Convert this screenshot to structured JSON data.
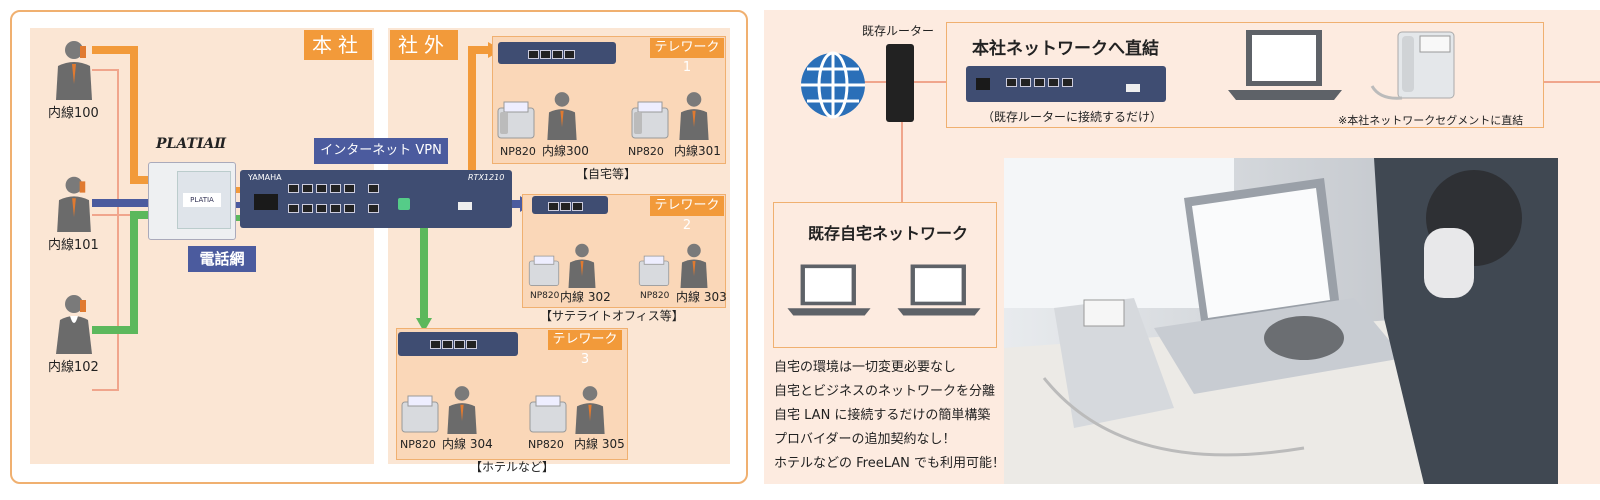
{
  "left": {
    "honsha_label": "本社",
    "shagai_label": "社外",
    "extensions": [
      "内線100",
      "内線101",
      "内線102"
    ],
    "pbx_name": "PLATIAⅡ",
    "phone_network": "電話網",
    "vpn_label": "インターネット VPN",
    "router_brand": "YAMAHA",
    "router_model": "RTX1210",
    "telework": [
      {
        "label": "テレワーク 1",
        "phone1": "NP820",
        "ext1": "内線300",
        "phone2": "NP820",
        "ext2": "内線301",
        "place": "【自宅等】"
      },
      {
        "label": "テレワーク 2",
        "phone1": "NP820",
        "ext1": "内線 302",
        "phone2": "NP820",
        "ext2": "内線 303",
        "place": "【サテライトオフィス等】"
      },
      {
        "label": "テレワーク 3",
        "phone1": "NP820",
        "ext1": "内線 304",
        "phone2": "NP820",
        "ext2": "内線 305",
        "place": "【ホテルなど】"
      }
    ]
  },
  "right": {
    "existing_router": "既存ルーター",
    "direct_title": "本社ネットワークへ直結",
    "connect_note": "（既存ルーターに接続するだけ）",
    "segment_note": "※本社ネットワークセグメントに直結",
    "home_network": "既存自宅ネットワーク",
    "benefits": [
      "自宅の環境は一切変更必要なし",
      "自宅とビジネスのネットワークを分離",
      "自宅 LAN に接続するだけの簡単構築",
      "プロバイダーの追加契約なし！",
      "ホテルなどの FreeLAN でも利用可能！"
    ]
  },
  "colors": {
    "orange": "#f29a3a",
    "blue": "#4b5b9e",
    "green": "#5cb85c",
    "peach": "#fbe6d4"
  }
}
